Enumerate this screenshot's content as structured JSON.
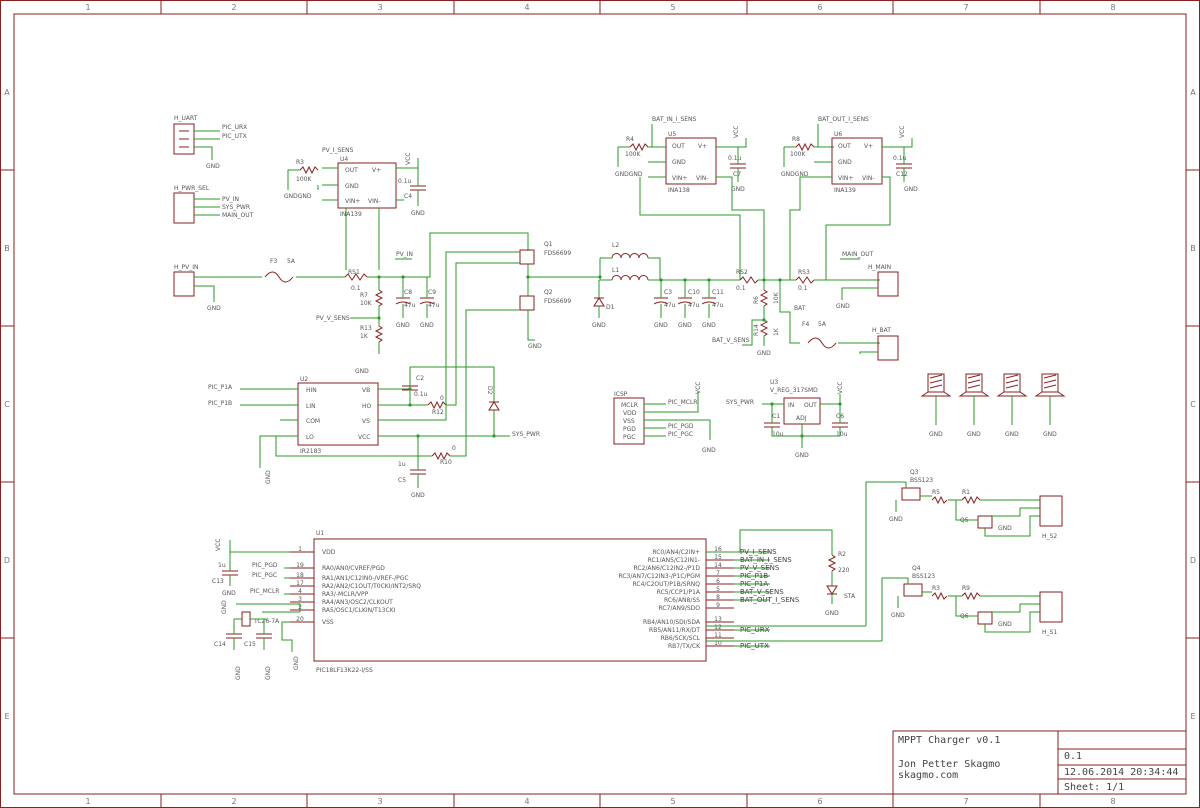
{
  "frame": {
    "columns": [
      "1",
      "2",
      "3",
      "4",
      "5",
      "6",
      "7",
      "8"
    ],
    "rows": [
      "A",
      "B",
      "C",
      "D",
      "E"
    ]
  },
  "title_block": {
    "title": "MPPT Charger v0.1",
    "author": "Jon Petter Skagmo",
    "site": "skagmo.com",
    "version": "0.1",
    "datetime": "12.06.2014 20:34:44",
    "sheet": "Sheet: 1/1"
  },
  "labels": {
    "h_uart": "H_UART",
    "pic_urx": "PIC_URX",
    "pic_utx": "PIC_UTX",
    "h_pwr_sel": "H_PWR_SEL",
    "pv_in": "PV_IN",
    "sys_pwr": "SYS_PWR",
    "main_out": "MAIN_OUT",
    "h_pv_in": "H_PV_IN",
    "f3": "F3",
    "f3_val": "5A",
    "pv_i_sens": "PV_I_SENS",
    "u4": "U4",
    "r3": "R3",
    "r3_val": "100K",
    "ina139": "INA139",
    "c4_val": "0.1u",
    "c4": "C4",
    "rs1": "RS1",
    "rs1_val": "0.1",
    "r7": "R7",
    "r7_val": "10K",
    "pv_v_sens": "PV_V_SENS",
    "r13": "R13",
    "r13_val": "1K",
    "c8": "C8",
    "c9": "C9",
    "c47": "47u",
    "q1": "Q1",
    "q2": "Q2",
    "fds": "FDS6699",
    "l2": "L2",
    "l1": "L1",
    "d1": "D1",
    "c3": "C3",
    "c10": "C10",
    "c11": "C11",
    "bat_in_i_sens": "BAT_IN_I_SENS",
    "r4": "R4",
    "r4_val": "100K",
    "u5": "U5",
    "ina138": "INA138",
    "c7": "C7",
    "bat_out_i_sens": "BAT_OUT_I_SENS",
    "r8": "R8",
    "r8_val": "100K",
    "u6": "U6",
    "c12": "C12",
    "rs2": "RS2",
    "rs2_val": "0.1",
    "rs3": "RS3",
    "rs3_val": "0.1",
    "h_main": "H_MAIN",
    "r6": "R6",
    "r6_val": "10K",
    "r14": "R14",
    "r14_val": "1K",
    "bat": "BAT",
    "bat_v_sens": "BAT_V_SENS",
    "f4": "F4",
    "f4_val": "5A",
    "h_bat": "H_BAT",
    "u2": "U2",
    "ir2183": "IR2183",
    "pic_p1a": "PIC_P1A",
    "pic_p1b": "PIC_P1B",
    "hin": "HIN",
    "lin": "LIN",
    "com": "COM",
    "lo": "LO",
    "vb": "VB",
    "ho": "HO",
    "vs": "VS",
    "vcc": "VCC",
    "c2": "C2",
    "c2_val": "0.1u",
    "r12": "R12",
    "r12_val": "0",
    "r10": "R10",
    "r10_val": "0",
    "c5": "C5",
    "c5_val": "1u",
    "d2": "D2",
    "icsp": "ICSP",
    "mclr": "MCLR",
    "vdd": "VDD",
    "vss": "VSS",
    "pgd": "PGD",
    "pgc": "PGC",
    "pic_mclr": "PIC_MCLR",
    "pic_pgd": "PIC_PGD",
    "pic_pgc": "PIC_PGC",
    "u3": "U3",
    "u3_part": "V_REG_317SMD",
    "in": "IN",
    "out": "OUT",
    "adj": "ADJ",
    "c1": "C1",
    "c6": "C6",
    "c10u": "10u",
    "q3": "Q3",
    "q4": "Q4",
    "bss": "BSS123",
    "r5": "R5",
    "r1": "R1",
    "r9": "R9",
    "r2": "R2",
    "r2_val": "220",
    "sta": "STA",
    "q5": "Q5",
    "q6": "Q6",
    "h_s2": "H_S2",
    "h_s1": "H_S1",
    "u1": "U1",
    "pic": "PIC18LF13K22-I/SS",
    "c13": "C13",
    "c14": "C14",
    "c15": "C15",
    "xtal": "TC26-7A",
    "gnd": "GND"
  },
  "u1_left_pins": [
    {
      "n": "1",
      "name": "VDD"
    },
    {
      "n": "19",
      "name": "RA0/AN0/CVREF/PGD"
    },
    {
      "n": "18",
      "name": "RA1/AN1/C12IN0-/VREF-/PGC"
    },
    {
      "n": "17",
      "name": "RA2/AN2/C1OUT/T0CKI/INT2/SRQ"
    },
    {
      "n": "4",
      "name": "RA3/-MCLR/VPP"
    },
    {
      "n": "3",
      "name": "RA4/AN3/OSC2/CLKOUT"
    },
    {
      "n": "2",
      "name": "RA5/OSC1/CLKIN/T13CKI"
    },
    {
      "n": "20",
      "name": "VSS"
    }
  ],
  "u1_right_pins": [
    {
      "n": "16",
      "name": "RC0/AN4/C2IN+",
      "net": "PV_I_SENS"
    },
    {
      "n": "15",
      "name": "RC1/AN5/C12IN1-",
      "net": "BAT_IN_I_SENS"
    },
    {
      "n": "14",
      "name": "RC2/AN6/C12IN2-/P1D",
      "net": "PV_V_SENS"
    },
    {
      "n": "7",
      "name": "RC3/AN7/C12IN3-/P1C/PGM",
      "net": "PIC_P1B"
    },
    {
      "n": "6",
      "name": "RC4/C2OUT/P1B/SRNQ",
      "net": "PIC_P1A"
    },
    {
      "n": "5",
      "name": "RC5/CCP1/P1A",
      "net": "BAT_V_SENS"
    },
    {
      "n": "8",
      "name": "RC6/AN8/SS",
      "net": "BAT_OUT_I_SENS"
    },
    {
      "n": "9",
      "name": "RC7/AN9/SDO",
      "net": ""
    },
    {
      "n": "13",
      "name": "RB4/AN10/SDI/SDA",
      "net": ""
    },
    {
      "n": "12",
      "name": "RB5/AN11/RX/DT",
      "net": "PIC_URX"
    },
    {
      "n": "11",
      "name": "RB6/SCK/SCL",
      "net": ""
    },
    {
      "n": "10",
      "name": "RB7/TX/CK",
      "net": "PIC_UTX"
    }
  ]
}
